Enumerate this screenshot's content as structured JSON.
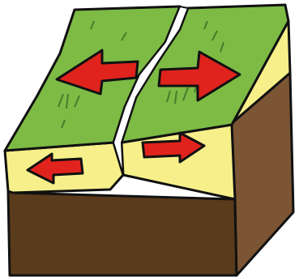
{
  "diagram": {
    "subject": "divergent-fault-block",
    "colors": {
      "background": "#ffffff",
      "grass": "#7dbb45",
      "grass_dark": "#4a7a2a",
      "soil_layer": "#f7f08a",
      "earth_front": "#5a3b1c",
      "earth_side": "#7b5534",
      "arrow": "#e0231d",
      "outline": "#111111"
    },
    "arrows": [
      {
        "id": "top-left",
        "direction": "left"
      },
      {
        "id": "top-right",
        "direction": "right"
      },
      {
        "id": "front-left",
        "direction": "left"
      },
      {
        "id": "front-right",
        "direction": "right"
      }
    ]
  }
}
